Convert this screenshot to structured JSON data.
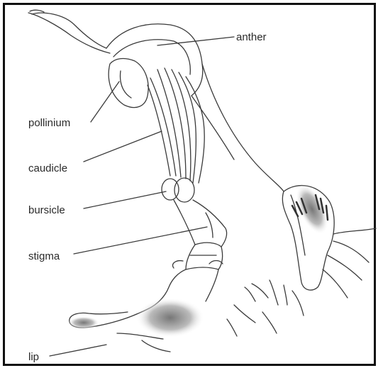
{
  "diagram": {
    "labels": {
      "anther": "anther",
      "pollinium": "pollinium",
      "caudicle": "caudicle",
      "bursicle": "bursicle",
      "stigma": "stigma",
      "lip": "lip"
    },
    "colors": {
      "line": "#3a3a3a",
      "frame": "#111111",
      "text": "#2a2a2a",
      "shade": "#9a9a9a"
    }
  }
}
